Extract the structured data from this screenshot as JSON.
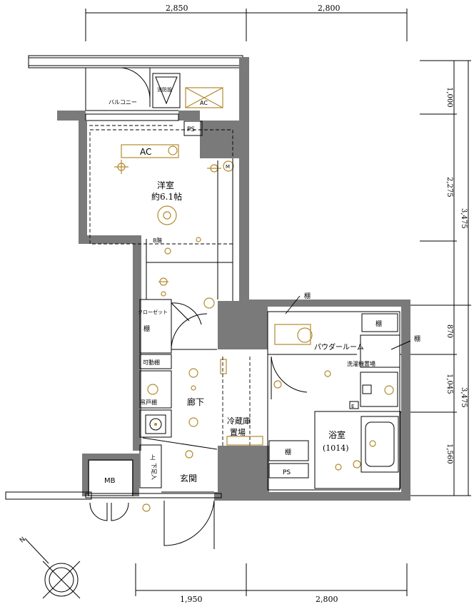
{
  "dimensions": {
    "top": [
      "2,850",
      "2,800"
    ],
    "bottom": [
      "1,950",
      "2,800"
    ],
    "right_inner": [
      "1,000",
      "2,275",
      "870",
      "1,045",
      "1,560"
    ],
    "right_outer": [
      "3,475",
      "3,475"
    ]
  },
  "rooms": {
    "western_room": "洋室",
    "western_room_size": "約6.1帖",
    "balcony": "バルコニー",
    "hallway": "廊下",
    "entrance": "玄関",
    "powder_room": "パウダールーム",
    "bathroom": "浴室",
    "bathroom_size": "(1014)",
    "closet": "クローゼット",
    "shoe_box": "下足入",
    "fridge_space": "冷蔵庫",
    "fridge_space_2": "置場",
    "washer_space": "洗濯機置場"
  },
  "labels": {
    "ac": "AC",
    "ac_outdoor": "AC",
    "ps_top": "PS",
    "ps_bottom": "PS",
    "mb": "MB",
    "shelf": "棚",
    "shelf_2": "棚",
    "shelf_3": "棚",
    "shelf_4": "棚",
    "shelf_5": "棚",
    "movable_shelf": "可動棚",
    "kitchen_cabinet": "吊戸棚",
    "upper": "上",
    "eight_steps": "8階",
    "fire_hose": "消防設",
    "meter": "M",
    "stamp": "E"
  },
  "compass": {
    "north": "N"
  }
}
